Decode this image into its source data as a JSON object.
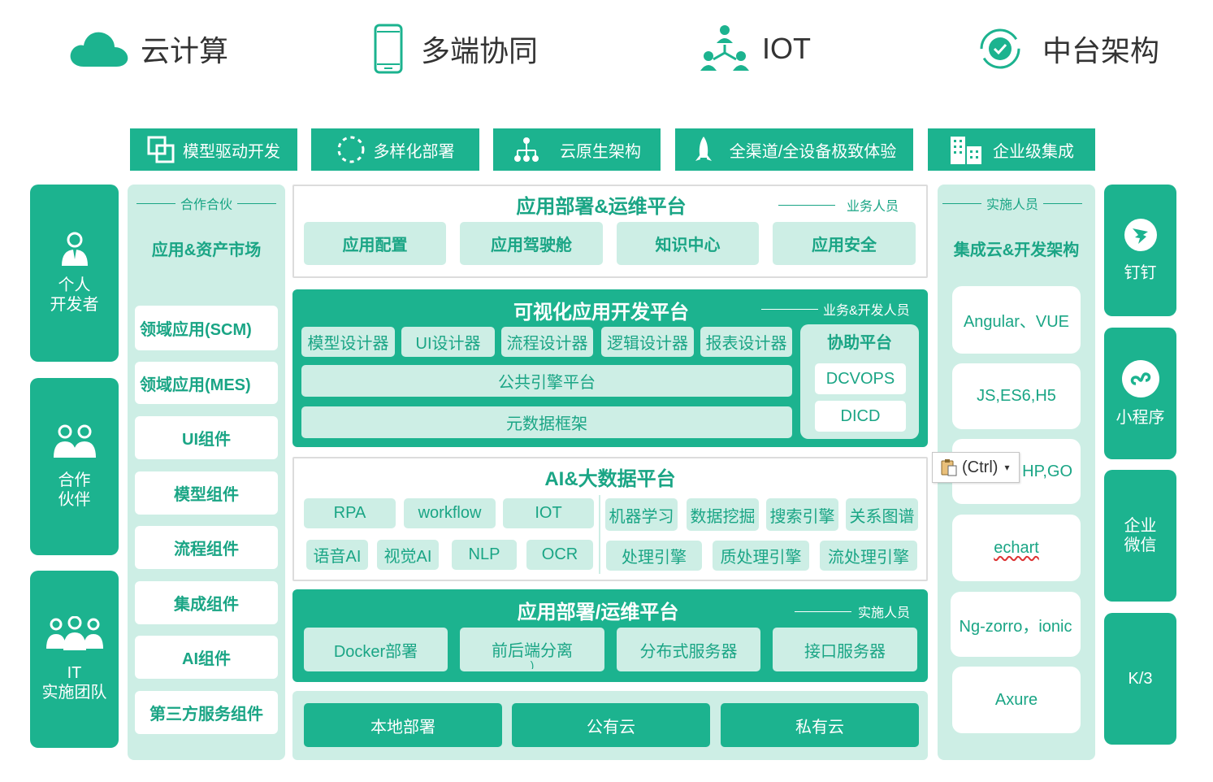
{
  "top": [
    {
      "label": "云计算",
      "icon": "cloud-icon"
    },
    {
      "label": "多端协同",
      "icon": "mobile-phone-icon"
    },
    {
      "label": "IOT",
      "icon": "iot-network-icon"
    },
    {
      "label": "中台架构",
      "icon": "gear-cycle-icon"
    }
  ],
  "features": [
    "模型驱动开发",
    "多样化部署",
    "云原生架构",
    "全渠道/全设备极致体验",
    "企业级集成"
  ],
  "left_roles": [
    "个人",
    "开发者",
    "合作",
    "伙伴",
    "IT",
    "实施团队"
  ],
  "left_col": {
    "header": "合作合伙",
    "title": "应用&资产市场",
    "items": [
      "领域应用(SCM)",
      "领域应用(MES)",
      "UI组件",
      "模型组件",
      "流程组件",
      "集成组件",
      "AI组件",
      "第三方服务组件"
    ]
  },
  "ops_platform": {
    "title": "应用部署&运维平台",
    "role": "业务人员",
    "items": [
      "应用配置",
      "应用驾驶舱",
      "知识中心",
      "应用安全"
    ]
  },
  "visual_platform": {
    "title": "可视化应用开发平台",
    "role": "业务&开发人员",
    "designers": [
      "模型设计器",
      "UI设计器",
      "流程设计器",
      "逻辑设计器",
      "报表设计器"
    ],
    "engine": "公共引擎平台",
    "meta": "元数据框架",
    "assist_title": "协助平台",
    "assist_items": [
      "DCVOPS",
      "DICD"
    ]
  },
  "ai_platform": {
    "title": "AI&大数据平台",
    "left_row1": [
      "RPA",
      "workflow",
      "IOT"
    ],
    "left_row2": [
      "语音AI",
      "视觉AI",
      "NLP",
      "OCR"
    ],
    "right_row1": [
      "机器学习",
      "数据挖掘",
      "搜索引擎",
      "关系图谱"
    ],
    "right_row2": [
      "处理引擎",
      "质处理引擎",
      "流处理引擎"
    ]
  },
  "deploy_platform": {
    "title": "应用部署/运维平台",
    "role": "实施人员",
    "items": [
      "Docker部署",
      "前后端分离",
      "分布式服务器",
      "接口服务器"
    ],
    "overflow_char": ")"
  },
  "cloud_row": [
    "本地部署",
    "公有云",
    "私有云"
  ],
  "right_col": {
    "header": "实施人员",
    "title": "集成云&开发架构",
    "items": [
      "Angular、VUE",
      "JS,ES6,H5",
      "HP,GO",
      "echart",
      "Ng-zorro，ionic",
      "Axure"
    ]
  },
  "right_cards": [
    "钉钉",
    "小程序",
    "企业",
    "微信",
    "K/3"
  ],
  "tooltip": {
    "label": "(Ctrl)",
    "icon": "clipboard-icon"
  },
  "colors": {
    "accent": "#1cb38f",
    "light": "#cdeee5",
    "text_green": "#1aa585"
  }
}
